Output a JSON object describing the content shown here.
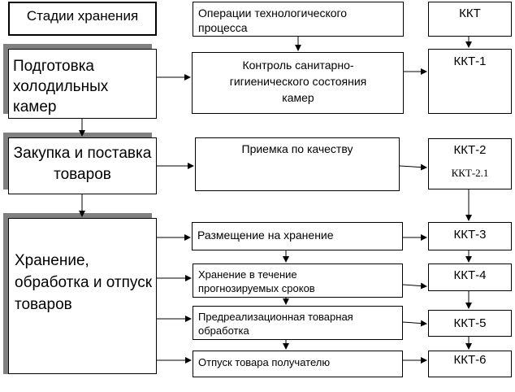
{
  "headers": {
    "stages": "Стадии хранения",
    "operations": "Операции технологического процесса",
    "ccp": "ККТ"
  },
  "stages": [
    "Подготовка холодильных камер",
    "Закупка и поставка товаров",
    "Хранение, обработка и отпуск товаров"
  ],
  "operations": [
    "Контроль санитарно-гигиенического состояния камер",
    "Приемка по качеству",
    "Размещение на хранение",
    "Хранение в течение прогнозируемых сроков",
    "Предреализационная товарная обработка",
    "Отпуск товара получателю"
  ],
  "ccp": [
    "ККТ-1",
    "ККТ-2",
    "ККТ-2.1",
    "ККТ-3",
    "ККТ-4",
    "ККТ-5",
    "ККТ-6"
  ]
}
